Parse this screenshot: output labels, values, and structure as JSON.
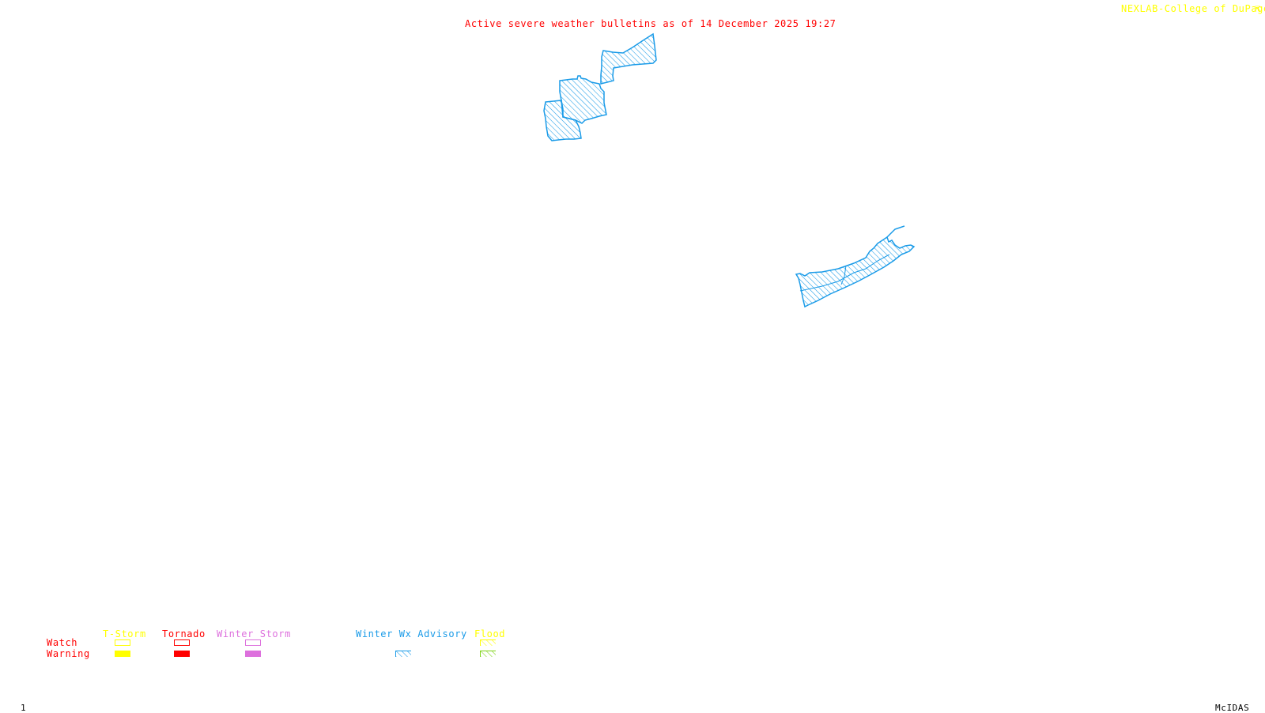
{
  "header": {
    "title": "Active severe weather bulletins as of 14 December 2025 19:27",
    "credit": "NEXLAB-College of DuPage",
    "credit_icon": "logo-mark-icon"
  },
  "colors": {
    "title": "#ff0000",
    "credit": "#ffff00",
    "tstorm": "#ffff00",
    "tornado": "#ff0000",
    "winter_storm": "#dd70dd",
    "winter_wx_advisory": "#1a9be8",
    "flood_watch": "#ffff00",
    "flood_warning": "#7fd418",
    "footer": "#000000"
  },
  "map": {
    "regions": [
      {
        "name": "upper-ny-zone-north",
        "type": "winter_wx_advisory",
        "status": "warning"
      },
      {
        "name": "upper-ny-zone-central",
        "type": "winter_wx_advisory",
        "status": "warning"
      },
      {
        "name": "upper-ny-zone-south",
        "type": "winter_wx_advisory",
        "status": "warning"
      },
      {
        "name": "long-island-zone",
        "type": "winter_wx_advisory",
        "status": "warning"
      }
    ]
  },
  "legend": {
    "rows": {
      "watch": "Watch",
      "warning": "Warning"
    },
    "columns": [
      {
        "key": "tstorm",
        "label": "T-Storm",
        "watch": "outline",
        "warning": "filled"
      },
      {
        "key": "tornado",
        "label": "Tornado",
        "watch": "outline",
        "warning": "filled"
      },
      {
        "key": "winter_storm",
        "label": "Winter Storm",
        "watch": "outline",
        "warning": "filled"
      },
      {
        "key": "winter_wx_advisory",
        "label": "Winter Wx Advisory",
        "watch": "none",
        "warning": "hatched"
      },
      {
        "key": "flood",
        "label": "Flood",
        "watch": "hatched",
        "warning": "hatched"
      }
    ]
  },
  "footer": {
    "frame_number": "1",
    "software": "McIDAS"
  }
}
